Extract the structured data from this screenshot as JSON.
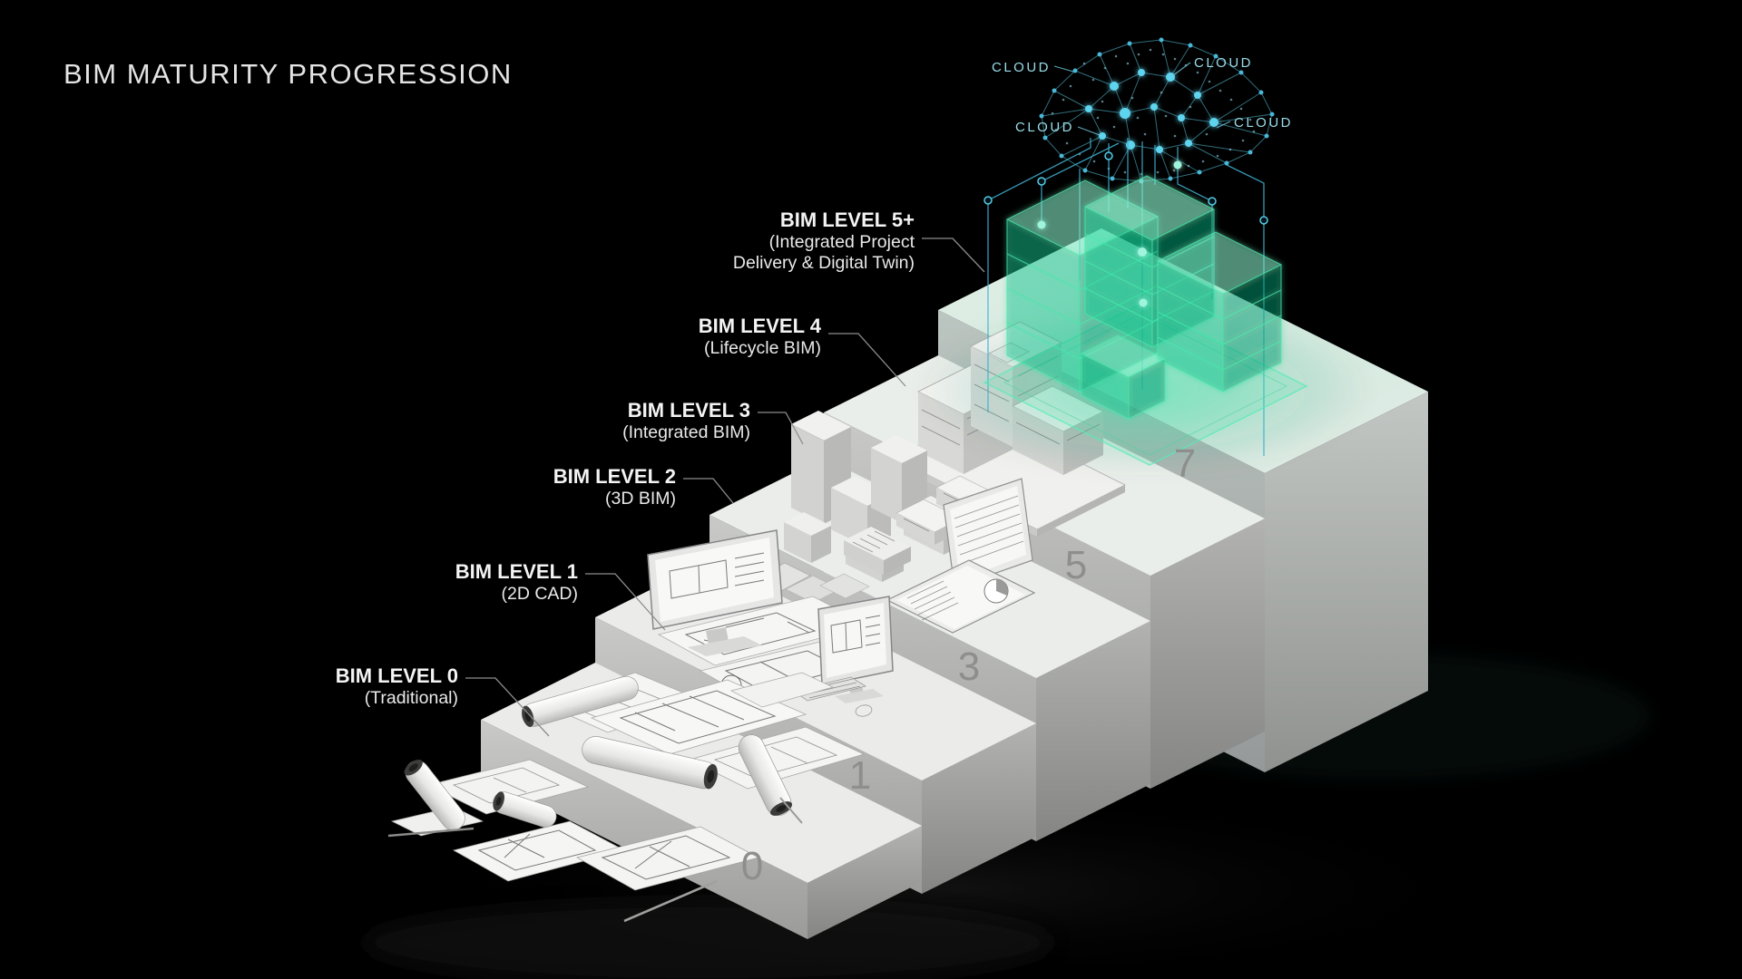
{
  "title": "BIM MATURITY PROGRESSION",
  "levels": [
    {
      "line1": "BIM LEVEL 0",
      "line2": "(Traditional)"
    },
    {
      "line1": "BIM LEVEL 1",
      "line2": "(2D CAD)"
    },
    {
      "line1": "BIM LEVEL 2",
      "line2": "(3D BIM)"
    },
    {
      "line1": "BIM LEVEL 3",
      "line2": "(Integrated BIM)"
    },
    {
      "line1": "BIM LEVEL 4",
      "line2": "(Lifecycle BIM)"
    },
    {
      "line1": "BIM LEVEL 5+",
      "line2": "(Integrated Project",
      "line3": "Delivery & Digital Twin)"
    }
  ],
  "step_numbers": [
    "0",
    "1",
    "3",
    "5",
    "7"
  ],
  "cloud_labels": [
    "CLOUD",
    "CLOUD",
    "CLOUD",
    "CLOUD"
  ],
  "colors": {
    "background": "#000000",
    "step_top": "#ecedeb",
    "step_side_light": "#c7c8c6",
    "step_side_dark": "#a2a3a1",
    "number_gray": "#8e8f8d",
    "label_white": "#f4f4f4",
    "cloud_cyan": "#56cbe8",
    "hologram_green": "#2fe0a6"
  }
}
